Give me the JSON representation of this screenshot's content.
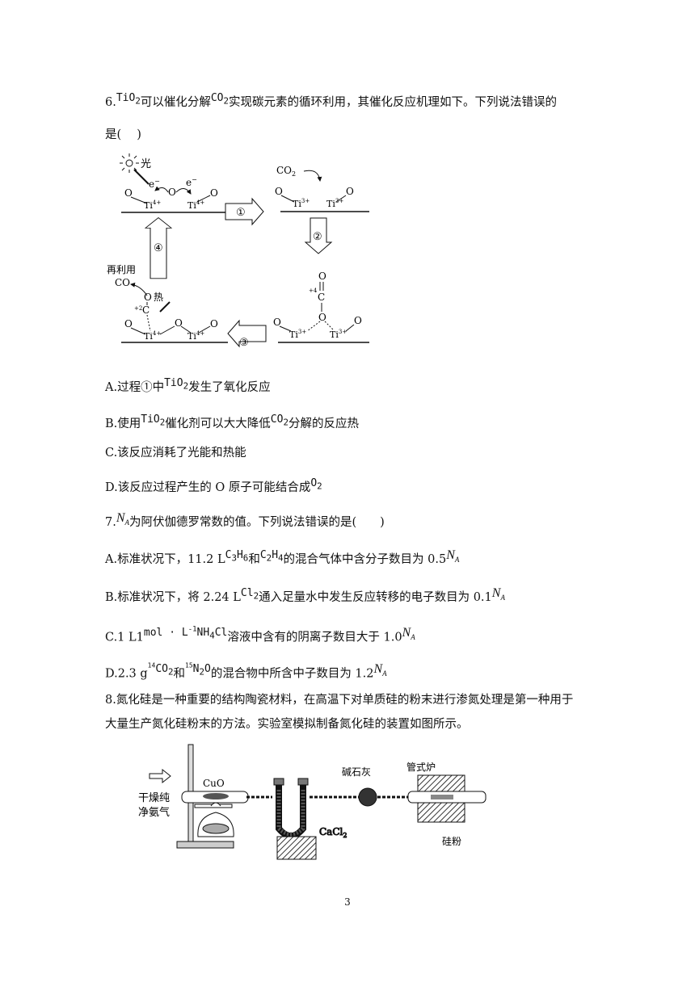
{
  "q6": {
    "num": "6.",
    "formula_tio2": "TiO",
    "formula_tio2_sub": "2",
    "text_a": "可以催化分解",
    "formula_co2": "CO",
    "formula_co2_sub": "2",
    "text_b": "实现碳元素的循环利用，其催化反应机理如下。下列说法错误的",
    "text_c": "是(　 )",
    "diagram": {
      "light": "光",
      "e": "e",
      "minus": "−",
      "o": "O",
      "ti4": "Ti",
      "ti4_sup": "4+",
      "ti3": "Ti",
      "ti3_sup": "3+",
      "co2": "CO",
      "co2_sub": "2",
      "c": "C",
      "c4": "+4",
      "c2": "+2",
      "heat": "热",
      "reuse": "再利用",
      "co": "CO",
      "step1": "①",
      "step2": "②",
      "step3": "③",
      "step4": "④"
    },
    "optA_pre": "A.过程①中",
    "optA_post": "发生了氧化反应",
    "optB_pre": "B.使用",
    "optB_mid": "催化剂可以大大降低",
    "optB_post": "分解的反应热",
    "optC": "C.该反应消耗了光能和热能",
    "optD_pre": "D.该反应过程产生的 O 原子可能结合成",
    "optD_f": "O",
    "optD_sub": "2"
  },
  "q7": {
    "num": "7.",
    "na": "N",
    "na_sub": "A",
    "text": "为阿伏伽德罗常数的值。下列说法错误的是(　　)",
    "optA_pre": "A.标准状况下，11.2 L",
    "optA_f1": "C",
    "optA_f1b": "3",
    "optA_f1c": "H",
    "optA_f1d": "6",
    "optA_mid": "和",
    "optA_f2": "C",
    "optA_f2b": "2",
    "optA_f2c": "H",
    "optA_f2d": "4",
    "optA_post": "的混合气体中含分子数目为 0.5",
    "optB_pre": "B.标准状况下，将 2.24 L",
    "optB_f": "Cl",
    "optB_sub": "2",
    "optB_post": "通入足量水中发生反应转移的电子数目为 0.1",
    "optC_pre": "C.1 L1",
    "optC_f1": "mol · L",
    "optC_sup": "-1",
    "optC_f2": "NH",
    "optC_f2s": "4",
    "optC_f3": "Cl",
    "optC_post": "溶液中含有的阴离子数目大于 1.0",
    "optD_pre": "D.2.3 g",
    "optD_sup1": "14",
    "optD_f1": "CO",
    "optD_f1s": "2",
    "optD_mid": "和",
    "optD_sup2": "15",
    "optD_f2": "N",
    "optD_f2s": "2",
    "optD_f2b": "O",
    "optD_post": "的混合物中所含中子数目为 1.2"
  },
  "q8": {
    "line1": "8.氮化硅是一种重要的结构陶瓷材料，在高温下对单质硅的粉末进行渗氮处理是第一种用于",
    "line2": "大量生产氮化硅粉末的方法。实验室模拟制备氮化硅的装置如图所示。",
    "apparatus": {
      "gas_line1": "干燥纯",
      "gas_line2": "净氨气",
      "cuo": "CuO",
      "cacl2": "CaCl",
      "cacl2_sub": "2",
      "sodalime": "碱石灰",
      "furnace": "管式炉",
      "si": "硅粉"
    }
  },
  "page": {
    "number": "3"
  }
}
